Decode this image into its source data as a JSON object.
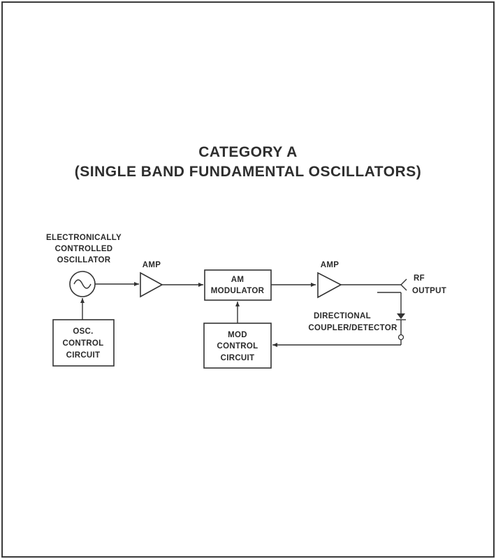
{
  "title": {
    "line1": "CATEGORY A",
    "line2": "(SINGLE BAND FUNDAMENTAL OSCILLATORS)"
  },
  "labels": {
    "oscillator_line1": "ELECTRONICALLY",
    "oscillator_line2": "CONTROLLED",
    "oscillator_line3": "OSCILLATOR",
    "amp1": "AMP",
    "amp2": "AMP",
    "am_mod_line1": "AM",
    "am_mod_line2": "MODULATOR",
    "osc_ctrl_line1": "OSC.",
    "osc_ctrl_line2": "CONTROL",
    "osc_ctrl_line3": "CIRCUIT",
    "mod_ctrl_line1": "MOD",
    "mod_ctrl_line2": "CONTROL",
    "mod_ctrl_line3": "CIRCUIT",
    "rf_line1": "RF",
    "rf_line2": "OUTPUT",
    "coupler_line1": "DIRECTIONAL",
    "coupler_line2": "COUPLER/DETECTOR"
  }
}
